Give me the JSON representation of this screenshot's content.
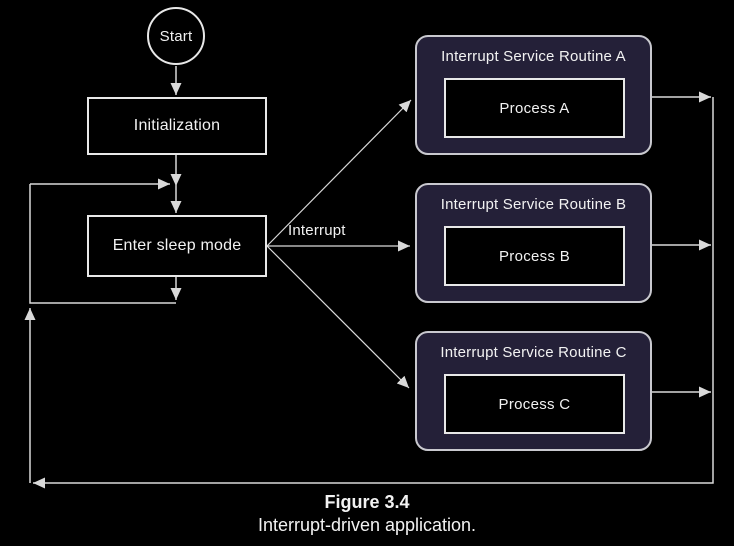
{
  "diagram": {
    "start": {
      "label": "Start"
    },
    "initialization": {
      "label": "Initialization"
    },
    "sleep": {
      "label": "Enter sleep mode"
    },
    "interrupt_edge_label": "Interrupt",
    "isr": [
      {
        "title": "Interrupt Service Routine A",
        "process": "Process A"
      },
      {
        "title": "Interrupt Service Routine B",
        "process": "Process B"
      },
      {
        "title": "Interrupt Service Routine C",
        "process": "Process C"
      }
    ],
    "edges": [
      {
        "from": "start",
        "to": "initialization"
      },
      {
        "from": "initialization",
        "to": "sleep"
      },
      {
        "from": "sleep",
        "to": "isr-a"
      },
      {
        "from": "sleep",
        "to": "isr-b"
      },
      {
        "from": "sleep",
        "to": "isr-c"
      },
      {
        "from": "isr-a",
        "to": "feedback-loop"
      },
      {
        "from": "isr-b",
        "to": "feedback-loop"
      },
      {
        "from": "isr-c",
        "to": "feedback-loop"
      },
      {
        "from": "feedback-loop",
        "to": "sleep"
      }
    ],
    "colors": {
      "bg": "#000000",
      "line": "#d9d9d9",
      "box_border": "#e8e8e8",
      "isr_fill": "#242038",
      "isr_border": "#c9c9cf",
      "text": "#f2f2f2"
    }
  },
  "caption": {
    "title": "Figure 3.4",
    "subtitle": "Interrupt-driven application."
  }
}
